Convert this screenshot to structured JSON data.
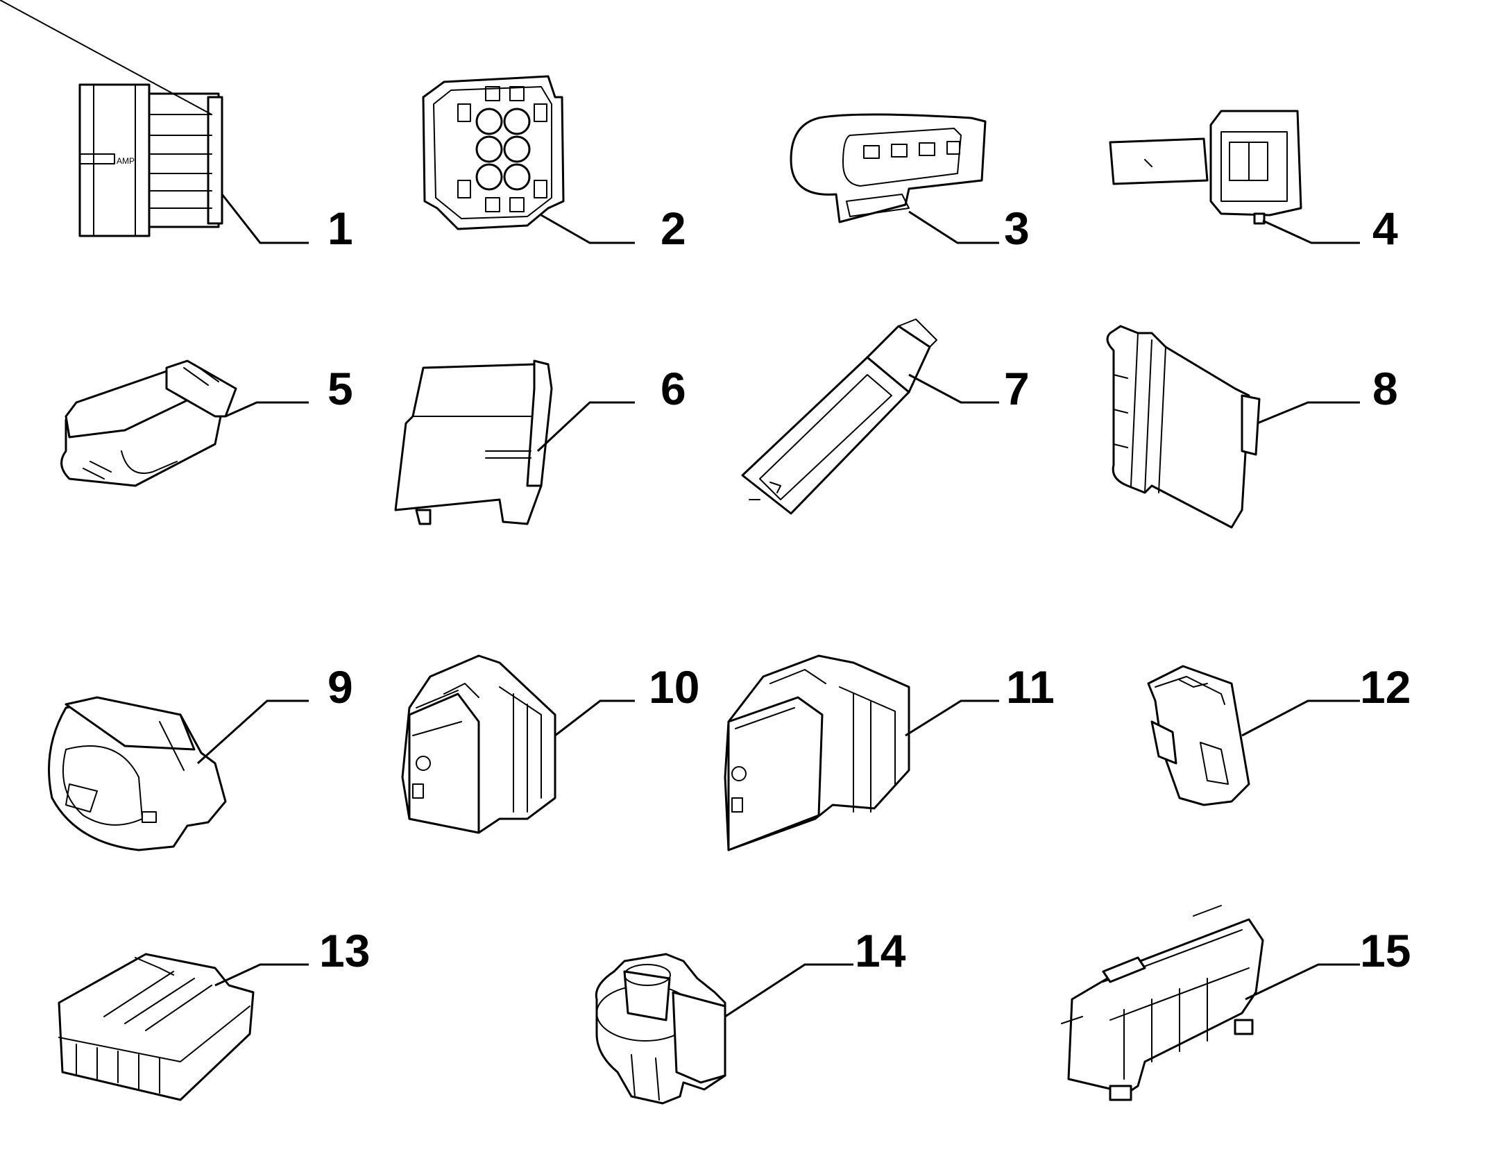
{
  "colors": {
    "ink": "#000000",
    "paper": "#ffffff"
  },
  "parts": [
    {
      "id": "1",
      "label": "1",
      "text": "AMP"
    },
    {
      "id": "2",
      "label": "2"
    },
    {
      "id": "3",
      "label": "3"
    },
    {
      "id": "4",
      "label": "4"
    },
    {
      "id": "5",
      "label": "5"
    },
    {
      "id": "6",
      "label": "6"
    },
    {
      "id": "7",
      "label": "7"
    },
    {
      "id": "8",
      "label": "8"
    },
    {
      "id": "9",
      "label": "9"
    },
    {
      "id": "10",
      "label": "10"
    },
    {
      "id": "11",
      "label": "11"
    },
    {
      "id": "12",
      "label": "12"
    },
    {
      "id": "13",
      "label": "13"
    },
    {
      "id": "14",
      "label": "14"
    },
    {
      "id": "15",
      "label": "15"
    }
  ]
}
